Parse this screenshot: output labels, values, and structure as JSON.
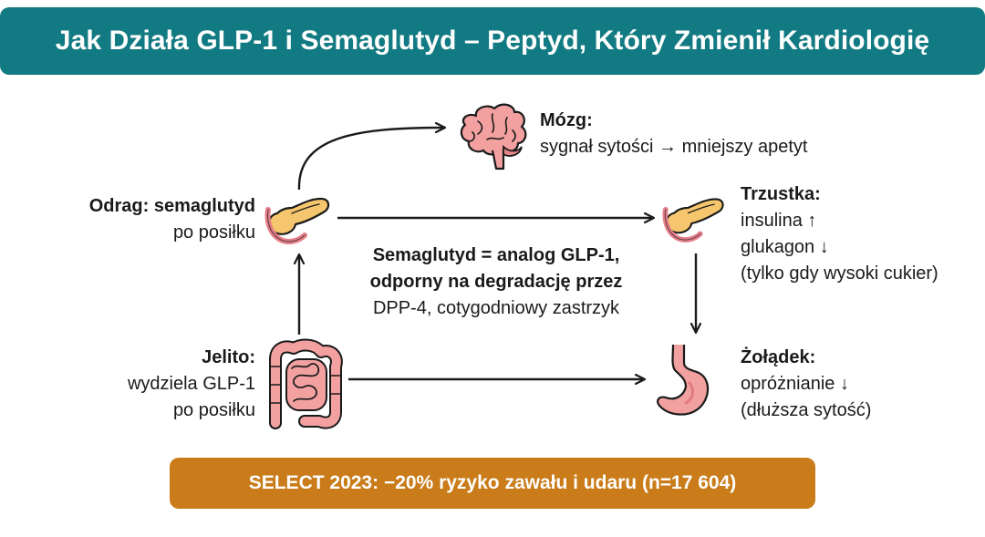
{
  "title": "Jak Działa GLP-1 i Semaglutyd – Peptyd, Który Zmienił Kardiologię",
  "nodes": {
    "drug": {
      "heading": "Odrag: semaglutyd",
      "lines": [
        "po posiłku"
      ],
      "icon": "pancreas-icon"
    },
    "brain": {
      "heading": "Mózg:",
      "lines": [
        "sygnał sytości → mniejszy apetyt"
      ],
      "icon": "brain-icon"
    },
    "pancreas": {
      "heading": "Trzustka:",
      "lines": [
        "insulina ↑",
        "glukagon ↓",
        "(tylko gdy wysoki cukier)"
      ],
      "icon": "pancreas-icon"
    },
    "gut": {
      "heading": "Jelito:",
      "lines": [
        "wydziela GLP-1",
        "po posiłku"
      ],
      "icon": "intestine-icon"
    },
    "stomach": {
      "heading": "Żołądek:",
      "lines": [
        "opróżnianie ↓",
        "(dłuższa sytość)"
      ],
      "icon": "stomach-icon"
    }
  },
  "center_note": {
    "bold_lines": [
      "Semaglutyd = analog GLP-1,",
      "odporny na degradację przez"
    ],
    "normal_line": "DPP-4, cotygodniowy zastrzyk"
  },
  "banner": "SELECT 2023: −20% ryzyko zawału i udaru (n=17 604)",
  "colors": {
    "title_bg": "#127a82",
    "banner_bg": "#c97c19",
    "organ_pink": "#f2a0a0",
    "pancreas_yellow": "#f6c66e"
  }
}
